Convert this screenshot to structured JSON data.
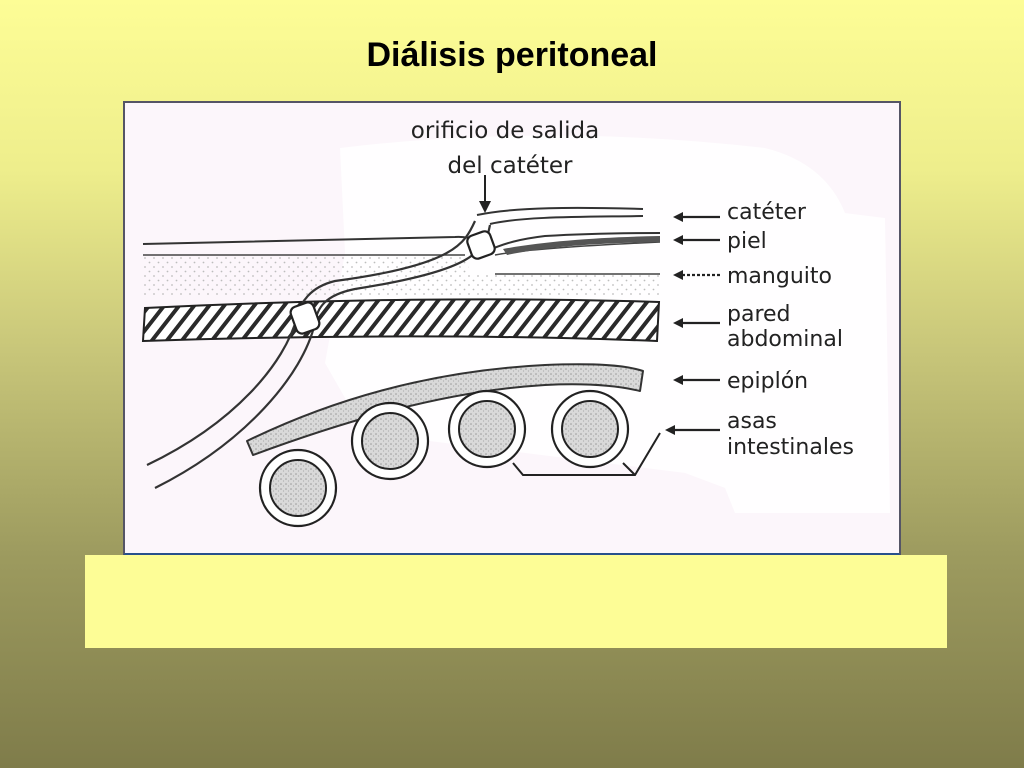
{
  "slide": {
    "title": "Diálisis peritoneal"
  },
  "diagram": {
    "top_label_line1": "orificio de salida",
    "top_label_line2": "del catéter",
    "labels": {
      "cateter": "catéter",
      "piel": "piel",
      "manguito": "manguito",
      "pared_line1": "pared",
      "pared_line2": "abdominal",
      "epiplon": "epiplón",
      "asas_line1": "asas",
      "asas_line2": "intestinales"
    }
  },
  "caption": {
    "text": ""
  }
}
